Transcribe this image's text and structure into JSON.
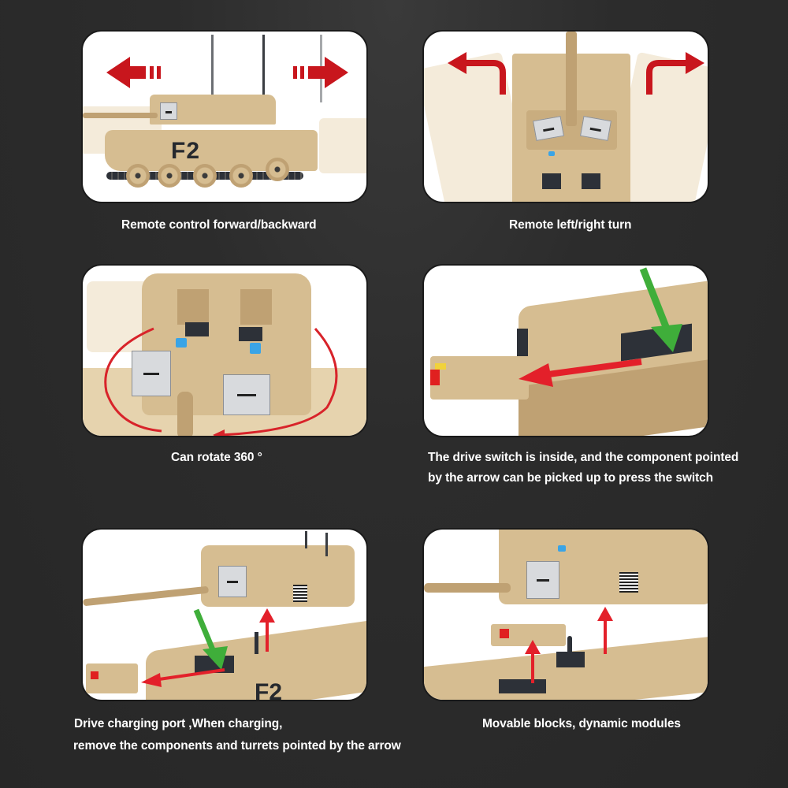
{
  "panels": [
    {
      "id": "forward-backward",
      "caption_lines": [
        "Remote control forward/backward"
      ],
      "hull_marking": "F2",
      "arrows": [
        "left-red-arrow",
        "right-red-arrow"
      ]
    },
    {
      "id": "left-right-turn",
      "caption_lines": [
        "Remote left/right turn"
      ],
      "arrows": [
        "curved-left-red-arrow",
        "curved-right-red-arrow"
      ]
    },
    {
      "id": "rotate-360",
      "caption_lines": [
        "Can rotate 360 °"
      ],
      "arrows": [
        "circular-red-arrow"
      ]
    },
    {
      "id": "drive-switch",
      "caption_lines": [
        "The drive switch is inside, and the component pointed",
        "by the arrow can be picked up to press the switch"
      ],
      "arrows": [
        "green-down-arrow",
        "red-left-arrow"
      ]
    },
    {
      "id": "charging-port",
      "caption_lines": [
        "Drive charging port  ,When charging,",
        "remove the components and turrets pointed by the arrow"
      ],
      "hull_marking": "F2",
      "arrows": [
        "green-down-arrow",
        "red-left-arrow",
        "red-up-arrow"
      ]
    },
    {
      "id": "movable-blocks",
      "caption_lines": [
        "Movable blocks, dynamic modules"
      ],
      "arrows": [
        "red-up-arrow",
        "red-up-arrow"
      ]
    }
  ],
  "colors": {
    "background": "#2b2b2b",
    "panel": "#ffffff",
    "brick_tan": "#d6bd91",
    "arrow_red": "#c8161d",
    "arrow_green": "#3fae3a",
    "caption": "#ffffff"
  }
}
